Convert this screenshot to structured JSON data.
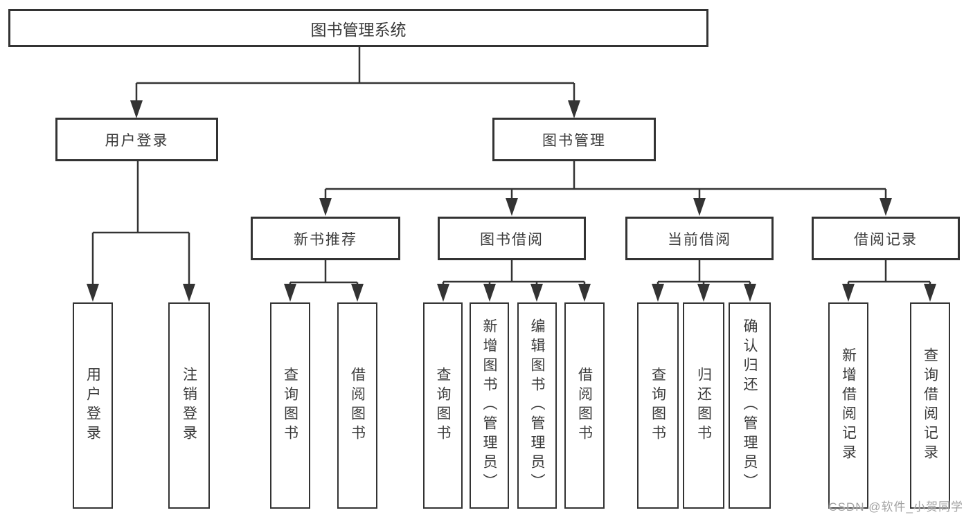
{
  "tree": {
    "label": "图书管理系统",
    "children": [
      {
        "label": "用户登录",
        "children": [
          {
            "label": "用户登录"
          },
          {
            "label": "注销登录"
          }
        ]
      },
      {
        "label": "图书管理",
        "children": [
          {
            "label": "新书推荐",
            "children": [
              {
                "label": "查询图书"
              },
              {
                "label": "借阅图书"
              }
            ]
          },
          {
            "label": "图书借阅",
            "children": [
              {
                "label": "查询图书"
              },
              {
                "label": "新增图书（管理员）"
              },
              {
                "label": "编辑图书（管理员）"
              },
              {
                "label": "借阅图书"
              }
            ]
          },
          {
            "label": "当前借阅",
            "children": [
              {
                "label": "查询图书"
              },
              {
                "label": "归还图书"
              },
              {
                "label": "确认归还（管理员）"
              }
            ]
          },
          {
            "label": "借阅记录",
            "children": [
              {
                "label": "新增借阅记录"
              },
              {
                "label": "查询借阅记录"
              }
            ]
          }
        ]
      }
    ]
  },
  "watermark": "CSDN @软件_小贺同学",
  "colors": {
    "line": "#333333",
    "text": "#3a3a3a",
    "box_background": "#ffffff",
    "watermark_text": "#a3a3a3"
  }
}
